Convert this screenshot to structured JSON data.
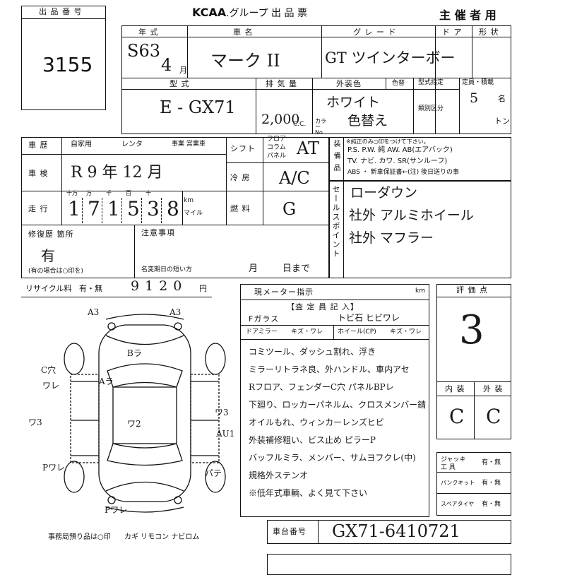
{
  "header": {
    "lot_label": "出 品 番 号",
    "lot_number": "3155",
    "org_title": "KCAA",
    "org_sub": ".グループ 出 品 票",
    "host_use": "主 催 者 用"
  },
  "vehicle": {
    "year_label": "年 式",
    "year_value": "S63",
    "month_value": "4",
    "month_unit": "月",
    "name_label": "車 名",
    "name_value": "マーク II",
    "grade_label": "グ レ ー ド",
    "grade_value": "GT ツインターボー",
    "door_label": "ド ア",
    "shape_label": "形 状",
    "model_label": "型 式",
    "model_value": "E - GX71",
    "displacement_label": "排 気 量",
    "displacement_value": "2,000",
    "cc_unit": "C.C.",
    "exterior_label": "外装色",
    "exterior_value": "ホワイト",
    "color_change_label": "色替",
    "color_no_label": "カラー No.",
    "color_no_value": "色替え",
    "type_label": "型式指定",
    "class_label": "類別区分",
    "capacity_label": "定員・積載",
    "capacity_value": "5",
    "capacity_unit": "名",
    "ton_unit": "トン"
  },
  "history": {
    "history_label": "車 歴",
    "private_label": "自家用",
    "rental_label": "レンタ",
    "business_label": "事業 営業車",
    "inspection_label": "車 検",
    "inspection_value": "R 9 年 12 月",
    "mileage_label": "走 行",
    "digit_labels": [
      "十万",
      "万",
      "千",
      "百",
      "十",
      "km"
    ],
    "mileage_digits": [
      "1",
      "7",
      "1",
      "5",
      "3",
      "8"
    ],
    "km_unit": "km",
    "mile_unit": "マイル",
    "shift_label": "シフト",
    "shift_options": [
      "フロア",
      "コラム",
      "パネル"
    ],
    "shift_value": "AT",
    "aircon_label": "冷 房",
    "aircon_value": "A/C",
    "fuel_label": "燃 料",
    "fuel_value": "G",
    "repair_label": "修復歴 箇所",
    "repair_value": "有",
    "repair_note": "(有の場合は○印を)",
    "notes_label": "注意事項",
    "due_label": "名変期日の短い方",
    "due_month": "月",
    "due_day": "日まで",
    "recycle_label": "リサイクル料",
    "recycle_options": "有・無",
    "recycle_value": "9120",
    "recycle_unit": "円"
  },
  "equipment": {
    "label": "装 備 品",
    "note": "※純正のみ○印をつけて下さい。",
    "line1": "P.S. P.W. 純 AW. AB(エアバック)",
    "line2": "TV. ナビ. カワ. SR(サンルーフ)",
    "line3": "ABS ・ 新車保証書←(注) 後日送りの事"
  },
  "sales_points": {
    "label": "セールスポイント",
    "lines": [
      "ローダウン",
      "社外 アルミホイール",
      "社外 マフラー"
    ]
  },
  "inspector": {
    "meter_label": "現メーター指示",
    "km_label": "km",
    "section_title": "【査 定 員 記 入】",
    "glass_label": "Fガラス",
    "glass_value": "トビ石  ヒビワレ",
    "mirror_label": "ドアミラー",
    "mirror_value": "キズ・ワレ",
    "wheel_label": "ホイール(CP)",
    "wheel_value": "キズ・ワレ",
    "notes": [
      "コミツール、ダッシュ割れ、浮き",
      "ミラーリトラネ良、外ハンドル、車内アセ",
      "Rフロア、フェンダーC穴 パネルBPレ",
      "下廻り、ロッカーパネルム、クロスメンバー錆",
      "オイルもれ、ウィンカーレンズヒビ",
      "外装補修粗い、ビス止め ピラーP",
      "バッフルミラ、メンバー、サムヨフクレ(中)",
      "規格外ステンオ",
      "※低年式車輌、よく見て下さい"
    ]
  },
  "rating": {
    "label": "評 価 点",
    "score": "3",
    "interior_label": "内 装",
    "exterior_label": "外 装",
    "interior_value": "C",
    "exterior_value": "C"
  },
  "tools": {
    "jack_label": "ジャッキ 工 具",
    "jack_value": "有・無",
    "puncture_label": "パンクキット",
    "puncture_value": "有・無",
    "spare_label": "スペアタイヤ",
    "spare_value": "有・無"
  },
  "chassis": {
    "label": "車台番号",
    "value": "GX71-6410721"
  },
  "diagram": {
    "marks": [
      "A3",
      "A3",
      "C穴",
      "ワレ",
      "Bラ",
      "ワ3",
      "Aラ",
      "ワ2",
      "ワ3",
      "AU1",
      "Pワレ",
      "Pワレ",
      "パテ"
    ],
    "office_note": "事務局預り品は○印",
    "items": "カギ  リモコン  ナビロム"
  }
}
